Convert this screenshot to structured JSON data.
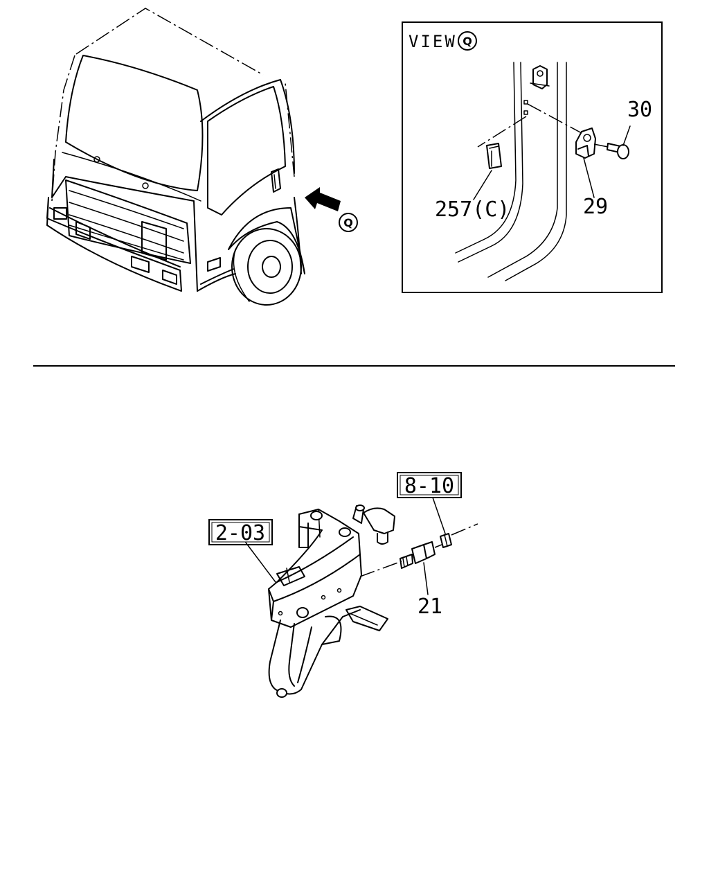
{
  "view_box": {
    "title": "VIEW",
    "view_letter": "Q"
  },
  "arrow_marker": "Q",
  "callouts": {
    "bolt": "30",
    "clip": "257(C)",
    "door_stop": "29",
    "ref_upper": "8-10",
    "ref_left": "2-03",
    "switch": "21"
  }
}
